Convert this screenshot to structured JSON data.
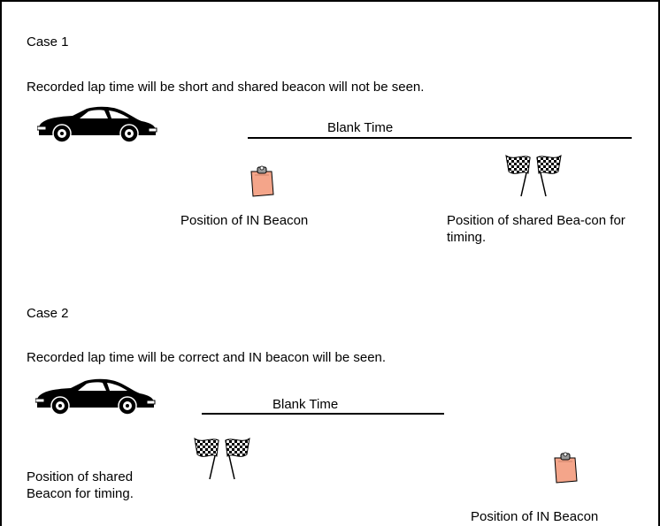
{
  "case1": {
    "title": "Case 1",
    "description": "Recorded lap time will be short and shared beacon will not be seen.",
    "blank_time_label": "Blank Time",
    "in_beacon_label": "Position of IN Beacon",
    "shared_beacon_label": "Position of shared Bea-con for timing."
  },
  "case2": {
    "title": "Case 2",
    "description": "Recorded lap time will be correct and IN beacon will be seen.",
    "blank_time_label": "Blank Time",
    "shared_beacon_label": "Position of shared Beacon for timing.",
    "in_beacon_label": "Position of IN Beacon"
  },
  "icons": {
    "car": "race-car-icon",
    "in_beacon": "clipboard-icon",
    "shared_beacon": "checkered-flags-icon"
  },
  "colors": {
    "clipboard_paper": "#f4a58a",
    "car_body": "#000000",
    "line": "#000000"
  }
}
